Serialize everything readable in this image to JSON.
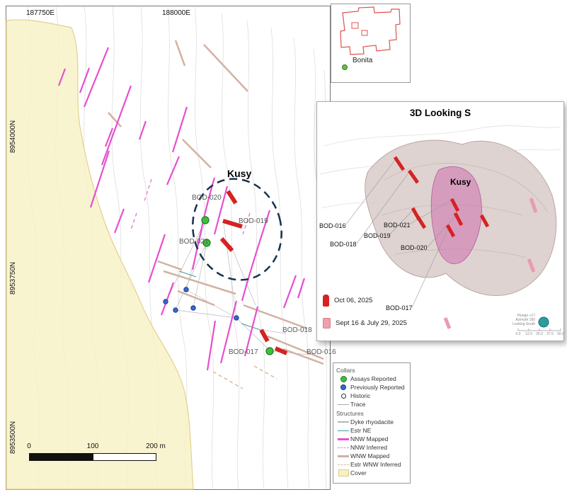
{
  "map": {
    "grid": {
      "eastings": [
        "187750E",
        "188000E"
      ],
      "northings": [
        "8954000N",
        "8953750N",
        "8953500N"
      ]
    },
    "kusy_label": "Kusy",
    "holes": [
      "BOD-020",
      "BOD-019",
      "BOD-021",
      "BOD-018",
      "BOD-017",
      "BOD-016"
    ],
    "scalebar": {
      "ticks": [
        "0",
        "100",
        "200 m"
      ]
    }
  },
  "inset": {
    "label": "Bonita"
  },
  "panel3d": {
    "title": "3D Looking S",
    "kusy_label": "Kusy",
    "holes": [
      "BOD-016",
      "BOD-018",
      "BOD-019",
      "BOD-021",
      "BOD-020",
      "BOD-017"
    ],
    "legend": [
      {
        "label": "Oct 06, 2025"
      },
      {
        "label": "Sept 16 & July 29, 2025"
      }
    ],
    "compass": {
      "lines": [
        "Plunge +17",
        "Azimuth 180",
        "Looking South"
      ],
      "scale_ticks": [
        "0.0",
        "12.5",
        "25.0",
        "37.5",
        "50.0"
      ]
    }
  },
  "legend": {
    "collars_title": "Collars",
    "collars": [
      {
        "label": "Assays Reported"
      },
      {
        "label": "Previously Reported"
      },
      {
        "label": "Historic"
      },
      {
        "label": "Trace"
      }
    ],
    "structures_title": "Structures",
    "structures": [
      {
        "label": "Dyke rhyodacite"
      },
      {
        "label": "Estr NE"
      },
      {
        "label": "NNW Mapped"
      },
      {
        "label": "NNW Inferred"
      },
      {
        "label": "WNW Mapped"
      },
      {
        "label": "Estr WNW Inferred"
      },
      {
        "label": "Cover"
      }
    ]
  },
  "colors": {
    "nnw_mapped": "#e84fd0",
    "wnw_mapped": "#d2b1a3",
    "drill_trace_red": "#d62222",
    "assays_green": "#3fbf3f",
    "previous_blue": "#3a67c9",
    "estr_ne_teal": "#3f9d9d",
    "cover_yellow": "#f8f1c6",
    "kusy_zone_pink": "#cf6fae",
    "boundary_red": "#e05050"
  }
}
